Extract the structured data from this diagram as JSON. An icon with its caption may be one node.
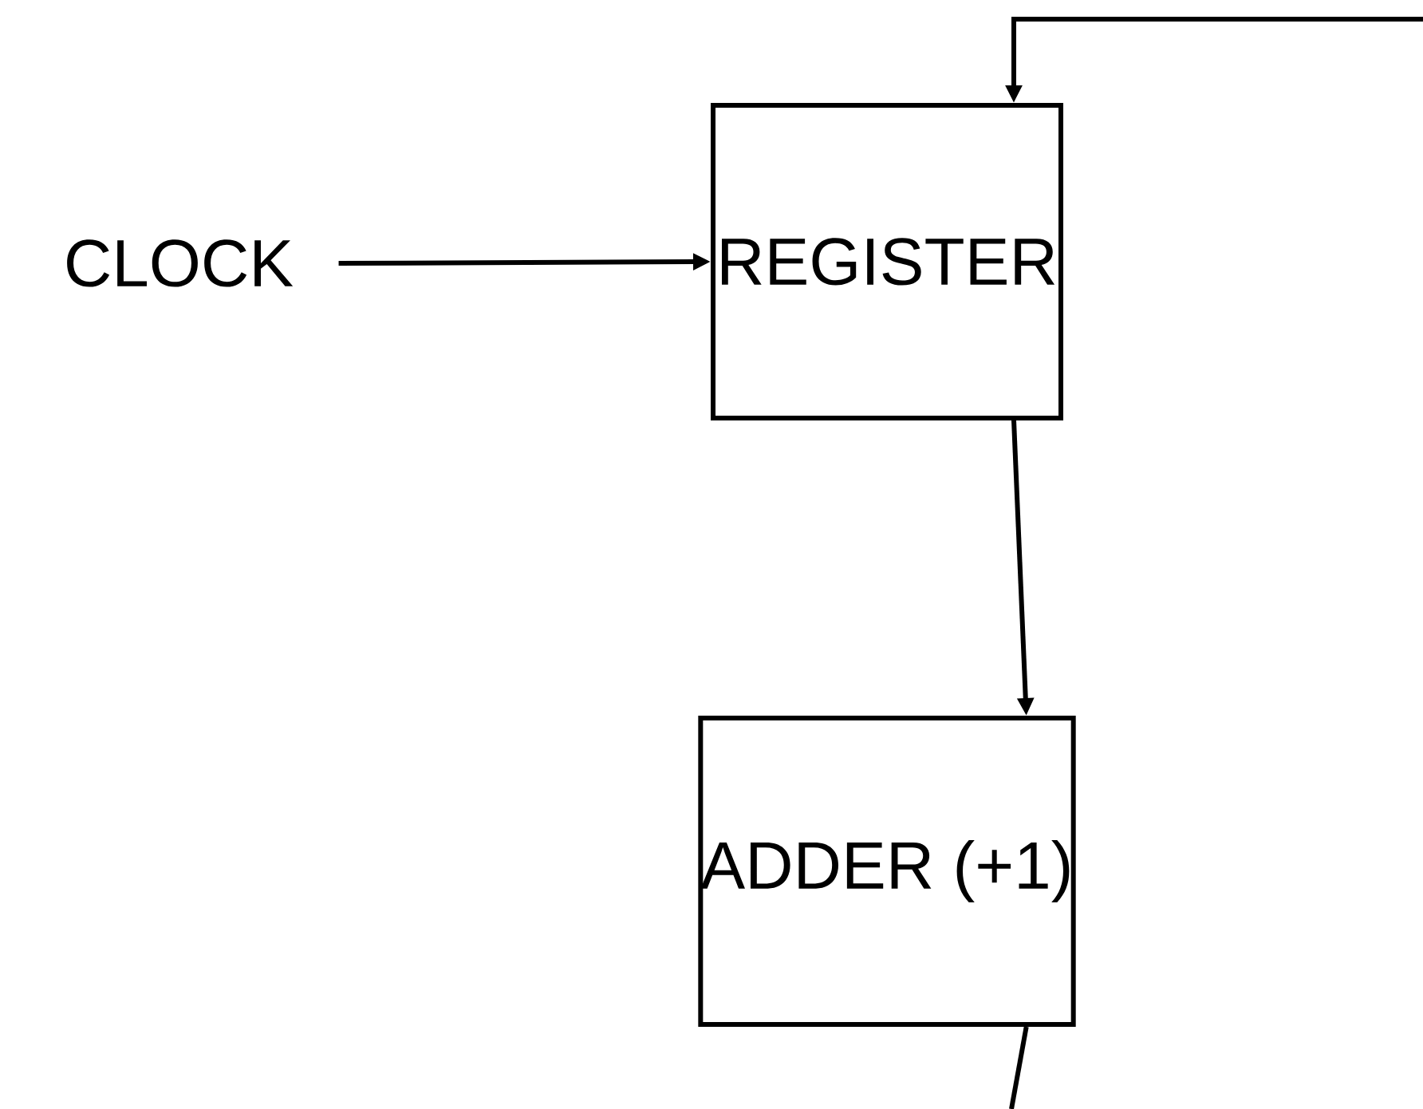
{
  "diagram": {
    "nodes": [
      {
        "text": [
          "CLOCK"
        ]
      },
      {
        "text": [
          "REGISTER"
        ]
      },
      {
        "text": [
          "ADDER (+1)"
        ]
      }
    ],
    "edges": [
      {
        "from": 0,
        "to": 1,
        "arrow": "to"
      },
      {
        "from": 1,
        "to": 2,
        "arrow": "to"
      },
      {
        "from": 2,
        "to": null,
        "arrow": "none"
      },
      {
        "from": null,
        "to": 1,
        "arrow": "to"
      }
    ]
  }
}
